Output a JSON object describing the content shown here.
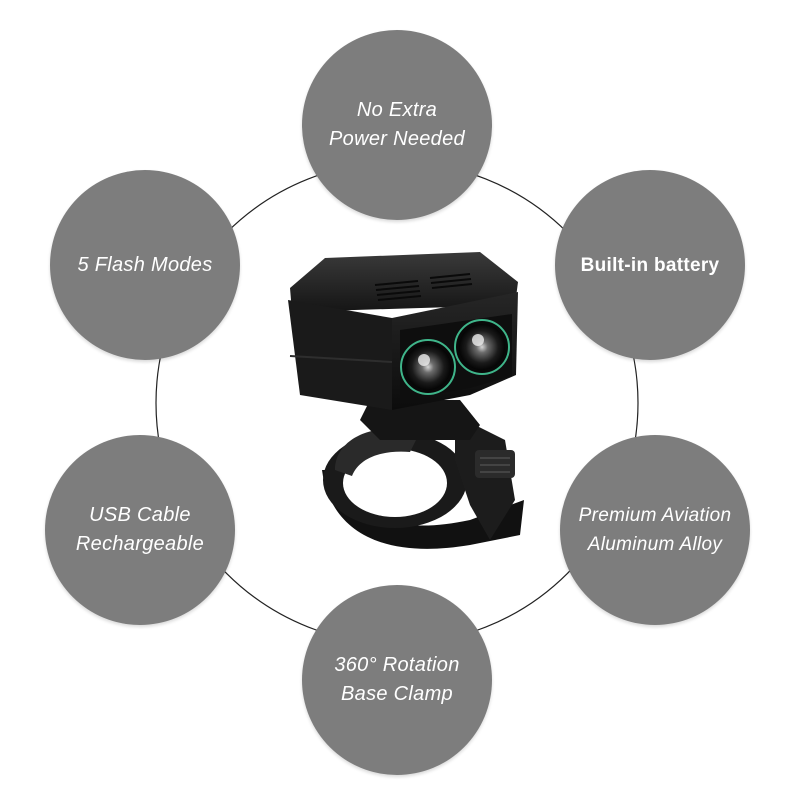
{
  "features": {
    "top": {
      "lines": [
        "No Extra",
        "Power Needed"
      ]
    },
    "top_left": {
      "lines": [
        "5 Flash Modes"
      ]
    },
    "top_right": {
      "lines": [
        "Built-in battery"
      ]
    },
    "bottom_left": {
      "lines": [
        "USB Cable",
        "Rechargeable"
      ]
    },
    "bottom_right": {
      "lines": [
        "Premium Aviation",
        "Aluminum Alloy"
      ]
    },
    "bottom": {
      "lines": [
        "360° Rotation",
        "Base Clamp"
      ]
    }
  },
  "colors": {
    "circle_fill": "#7d7d7d",
    "ring_stroke": "#222222",
    "light_body": "#1b1b1b",
    "lens_accent": "#3fb58a"
  },
  "product": {
    "icon": "bike-light-icon"
  }
}
